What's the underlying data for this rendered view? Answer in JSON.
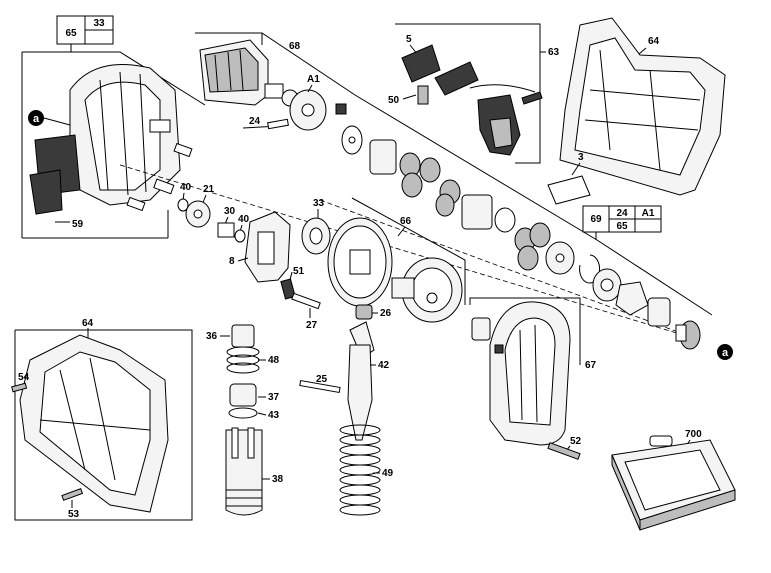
{
  "ref_tables": [
    {
      "cells": [
        "65",
        "33",
        ""
      ]
    },
    {
      "cells": [
        "69",
        "24",
        "A1",
        "65",
        ""
      ]
    }
  ],
  "markers": {
    "a_top": "a",
    "a_right": "a"
  },
  "labels": {
    "l5": "5",
    "l63": "63",
    "l64top": "64",
    "l68": "68",
    "lA1": "A1",
    "l24": "24",
    "l50": "50",
    "l40a": "40",
    "l21": "21",
    "l30": "30",
    "l40b": "40",
    "l33": "33",
    "l59": "59",
    "l8": "8",
    "l51": "51",
    "l66": "66",
    "l3": "3",
    "l27": "27",
    "l26": "26",
    "l36": "36",
    "l48": "48",
    "l42": "42",
    "l37": "37",
    "l43": "43",
    "l25": "25",
    "l38": "38",
    "l49": "49",
    "l67": "67",
    "l52": "52",
    "l700": "700",
    "l64bot": "64",
    "l54": "54",
    "l53": "53"
  }
}
